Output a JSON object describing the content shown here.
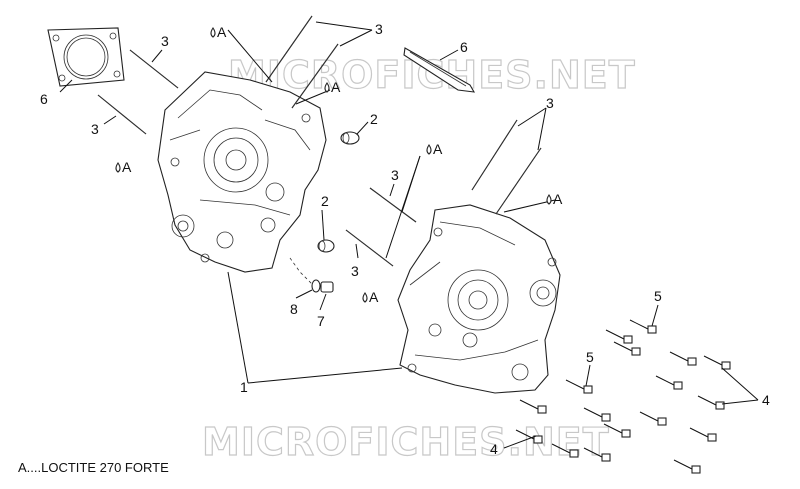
{
  "watermark": "MICROFICHES.NET",
  "note": "A....LOCTITE 270 FORTE",
  "callouts": {
    "c1": "1",
    "c2a": "2",
    "c2b": "2",
    "c3a": "3",
    "c3b": "3",
    "c3c": "3",
    "c3d": "3",
    "c3e": "3",
    "c3f": "3",
    "c4a": "4",
    "c4b": "4",
    "c5a": "5",
    "c5b": "5",
    "c6a": "6",
    "c6b": "6",
    "c7": "7",
    "c8": "8",
    "a1": "A",
    "a2": "A",
    "a3": "A",
    "a4": "A",
    "a5": "A",
    "a6": "A"
  }
}
